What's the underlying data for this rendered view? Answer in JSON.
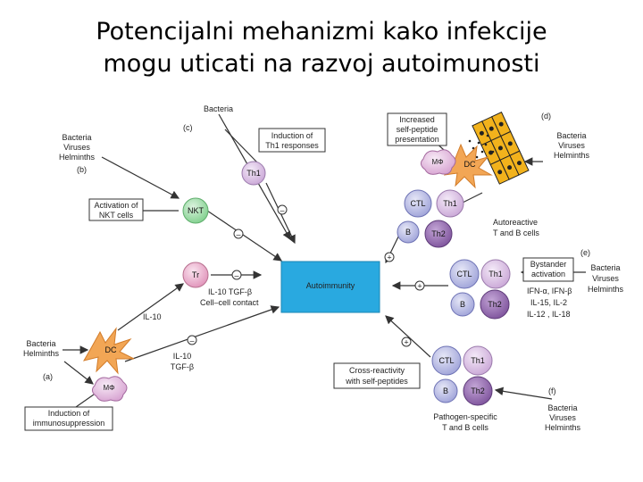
{
  "title": {
    "line1": "Potencijalni mehanizmi kako infekcije",
    "line2": "mogu uticati na razvoj autoimunosti"
  },
  "center": "Autoimmunity",
  "panels": {
    "a": "(a)",
    "b": "(b)",
    "c": "(c)",
    "d": "(d)",
    "e": "(e)",
    "f": "(f)"
  },
  "sources": {
    "c_top": "Bacteria",
    "b": [
      "Bacteria",
      "Viruses",
      "Helminths"
    ],
    "a": [
      "Bacteria",
      "Helminths"
    ],
    "d": [
      "Bacteria",
      "Viruses",
      "Helminths"
    ],
    "e": [
      "Bacteria",
      "Viruses",
      "Helminths"
    ],
    "f": [
      "Bacteria",
      "Viruses",
      "Helminths"
    ]
  },
  "boxes": {
    "th1_induction": [
      "Induction of",
      "Th1 responses"
    ],
    "nkt_activation": [
      "Activation of",
      "NKT cells"
    ],
    "immunosuppression": [
      "Induction of",
      "immunosuppression"
    ],
    "self_peptide": [
      "Increased",
      "self-peptide",
      "presentation"
    ],
    "bystander": [
      "Bystander",
      "activation"
    ],
    "cross_reactivity": [
      "Cross-reactivity",
      "with self-peptides"
    ]
  },
  "cells": {
    "th1": "Th1",
    "nkt": "NKT",
    "tr": "Tr",
    "dc": "DC",
    "mo": "MΦ",
    "ctl": "CTL",
    "b": "B",
    "th2": "Th2"
  },
  "labels": {
    "tr_out": [
      "IL-10 TGF-β",
      "Cell–cell contact"
    ],
    "il10": "IL-10",
    "il10_tgf": [
      "IL-10",
      "TGF-β"
    ],
    "autoreactive": [
      "Autoreactive",
      "T and B cells"
    ],
    "cytokines": [
      "IFN-α, IFN-β",
      "IL-15, IL-2",
      "IL-12 , IL-18"
    ],
    "pathogen_specific": [
      "Pathogen-specific",
      "T and B cells"
    ]
  },
  "signs": {
    "plus": "+",
    "minus": "–"
  },
  "colors": {
    "autoimmunity": "#29a9e0",
    "th_cell": "#c9a6d6",
    "ctl": "#a8acdc",
    "th2": "#8b62a7",
    "nkt": "#8fd19a",
    "tr": "#e3a2c2",
    "dc": "#f2a655",
    "epithelium": "#f2b21c"
  }
}
